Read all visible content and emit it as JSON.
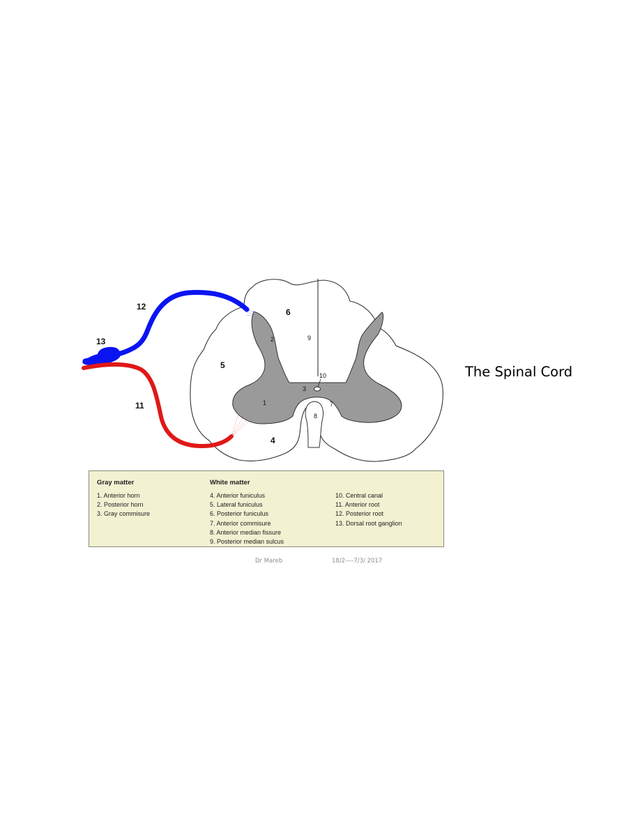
{
  "slide": {
    "title": "The Spinal Cord"
  },
  "diagram": {
    "labels": {
      "l1": "1",
      "l2": "2",
      "l3": "3",
      "l4": "4",
      "l5": "5",
      "l6": "6",
      "l7": "7",
      "l8": "8",
      "l9": "9",
      "l10": "10",
      "l11": "11",
      "l12": "12",
      "l13": "13"
    },
    "colors": {
      "posterior_root": "#0a14f0",
      "anterior_root": "#e01818",
      "gray_matter": "#9a9a9a",
      "white_matter": "#ffffff",
      "outline": "#333333"
    }
  },
  "legend": {
    "gray_matter": {
      "heading": "Gray matter",
      "items": [
        "1. Anterior horn",
        "2. Posterior horn",
        "3. Gray commisure"
      ]
    },
    "white_matter": {
      "heading": "White matter",
      "items": [
        "4. Anterior funiculus",
        "5. Lateral funiculus",
        "6. Posterior funiculus",
        "7. Anterior commisure",
        "8. Anterior median fissure",
        "9. Posterior median sulcus"
      ]
    },
    "other": {
      "items": [
        "10. Central canal",
        "11. Anterior root",
        "12. Posterior root",
        "13. Dorsal root ganglion"
      ]
    },
    "background": "#f2f1d2"
  },
  "footer": {
    "author": "Dr Mareb",
    "date": "18/2----7/3/ 2017"
  }
}
